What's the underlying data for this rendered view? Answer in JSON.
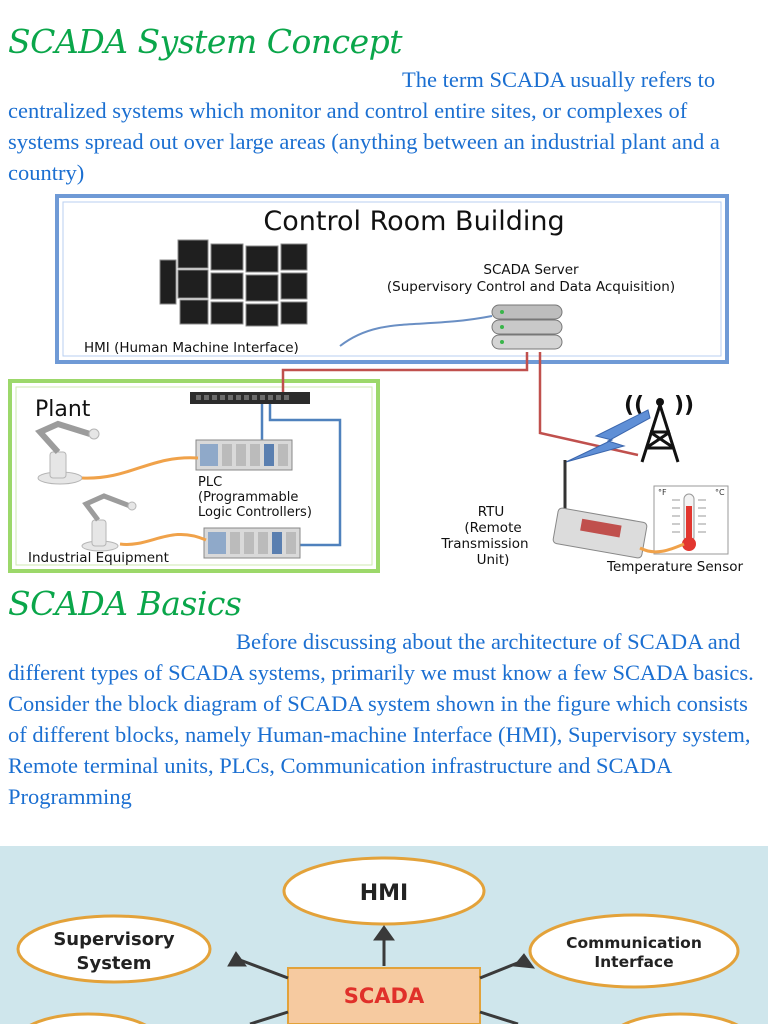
{
  "section1": {
    "title": "SCADA System Concept",
    "paragraph": "The term SCADA usually refers to centralized systems which monitor and control entire sites, or complexes of systems spread out over large areas (anything between an industrial plant and a country)"
  },
  "figure1": {
    "control_room_title": "Control Room Building",
    "scada_server_label": "SCADA Server",
    "scada_server_sub": "(Supervisory Control and Data Acquisition)",
    "hmi_label": "HMI (Human Machine Interface)",
    "plant_label": "Plant",
    "plc_lines": [
      "PLC",
      "(Programmable",
      "Logic Controllers)"
    ],
    "industrial_equipment": "Industrial Equipment",
    "rtu_lines": [
      "RTU",
      "(Remote",
      "Transmission",
      "Unit)"
    ],
    "temperature_sensor": "Temperature Sensor",
    "thermo_f": "°F",
    "thermo_c": "°C"
  },
  "section2": {
    "title": "SCADA Basics",
    "paragraph": "Before discussing about the architecture of SCADA and different types of SCADA systems, primarily we must know a few SCADA basics. Consider the block diagram of SCADA system shown in the figure which consists of different blocks, namely Human-machine Interface (HMI), Supervisory system, Remote terminal units, PLCs, Communication infrastructure and SCADA Programming"
  },
  "figure2": {
    "center": "SCADA",
    "hmi": "HMI",
    "supervisory_lines": [
      "Supervisory",
      "System"
    ],
    "communication_lines": [
      "Communication",
      "Interface"
    ]
  },
  "colors": {
    "title_green": "#0aa64a",
    "body_blue": "#1b6fd1",
    "panel_blue_border": "#6f9ad6",
    "panel_green_border": "#9cd86a",
    "diagram_bg": "#cfe6ec",
    "ellipse_border": "#e3a23a",
    "scada_box": "#f6caa0",
    "scada_text": "#e0302a"
  }
}
